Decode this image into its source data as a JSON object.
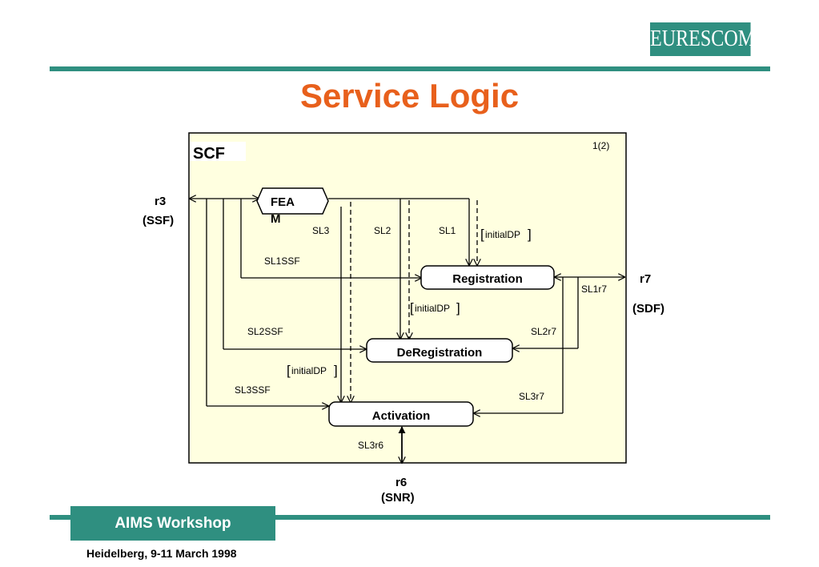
{
  "header": {
    "logo": "EURESCOM",
    "title": "Service Logic"
  },
  "diagram": {
    "container_label": "SCF",
    "page_number": "1(2)",
    "nodes": {
      "fea_line1": "FEA",
      "fea_line2": "M",
      "registration": "Registration",
      "deregistration": "DeRegistration",
      "activation": "Activation"
    },
    "interfaces": {
      "r3": "r3",
      "ssf": "(SSF)",
      "r7": "r7",
      "sdf": "(SDF)",
      "r6": "r6",
      "snr": "(SNR)"
    },
    "edge_labels": {
      "sl3": "SL3",
      "sl2": "SL2",
      "sl1": "SL1",
      "sl1ssf": "SL1SSF",
      "sl2ssf": "SL2SSF",
      "sl3ssf": "SL3SSF",
      "sl1r7": "SL1r7",
      "sl2r7": "SL2r7",
      "sl3r7": "SL3r7",
      "sl3r6": "SL3r6"
    },
    "initial_dp": {
      "top": "initialDP",
      "middle": "initialDP",
      "left": "initialDP"
    }
  },
  "footer": {
    "workshop": "AIMS Workshop",
    "place_date": "Heidelberg, 9-11 March 1998"
  },
  "colors": {
    "accent_teal": "#2f8f80",
    "title_orange": "#e8601c",
    "panel_fill": "#ffffe0"
  }
}
